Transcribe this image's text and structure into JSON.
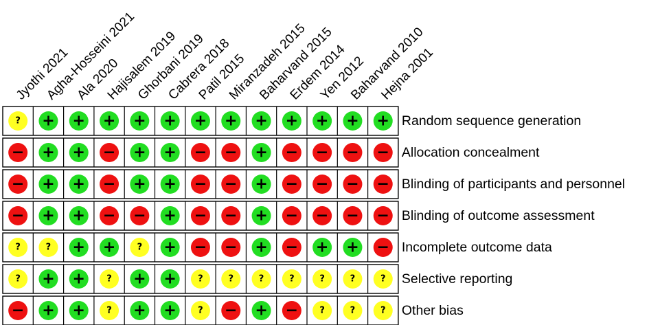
{
  "chart_data": {
    "type": "table",
    "studies": [
      "Jyothi 2021",
      "Agha-Hosseini 2021",
      "Ala 2020",
      "Hajisalem 2019",
      "Ghorbani 2019",
      "Cabrera 2018",
      "Patil 2015",
      "Miranzadeh 2015",
      "Baharvand 2015",
      "Erdem 2014",
      "Yen 2012",
      "Baharvand 2010",
      "Hejna 2001"
    ],
    "domains": [
      "Random sequence generation",
      "Allocation concealment",
      "Blinding of participants and personnel",
      "Blinding of outcome assessment",
      "Incomplete outcome data",
      "Selective reporting",
      "Other bias"
    ],
    "judgements": [
      [
        "?",
        "+",
        "+",
        "+",
        "+",
        "+",
        "+",
        "+",
        "+",
        "+",
        "+",
        "+",
        "+"
      ],
      [
        "-",
        "+",
        "+",
        "-",
        "+",
        "+",
        "-",
        "-",
        "+",
        "-",
        "-",
        "-",
        "-"
      ],
      [
        "-",
        "+",
        "+",
        "-",
        "+",
        "+",
        "-",
        "-",
        "+",
        "-",
        "-",
        "-",
        "-"
      ],
      [
        "-",
        "+",
        "+",
        "-",
        "-",
        "+",
        "-",
        "-",
        "+",
        "-",
        "-",
        "-",
        "-"
      ],
      [
        "?",
        "?",
        "+",
        "+",
        "?",
        "+",
        "-",
        "-",
        "+",
        "-",
        "+",
        "+",
        "-"
      ],
      [
        "?",
        "+",
        "+",
        "?",
        "+",
        "+",
        "?",
        "?",
        "?",
        "?",
        "?",
        "?",
        "?"
      ],
      [
        "-",
        "+",
        "+",
        "?",
        "+",
        "+",
        "?",
        "-",
        "+",
        "-",
        "?",
        "?",
        "?"
      ]
    ],
    "legend_colors": {
      "+": "#22dd22",
      "-": "#ee1111",
      "?": "#ffff22"
    },
    "symbol_glyphs": {
      "+": "+",
      "-": "−",
      "?": "?"
    }
  }
}
